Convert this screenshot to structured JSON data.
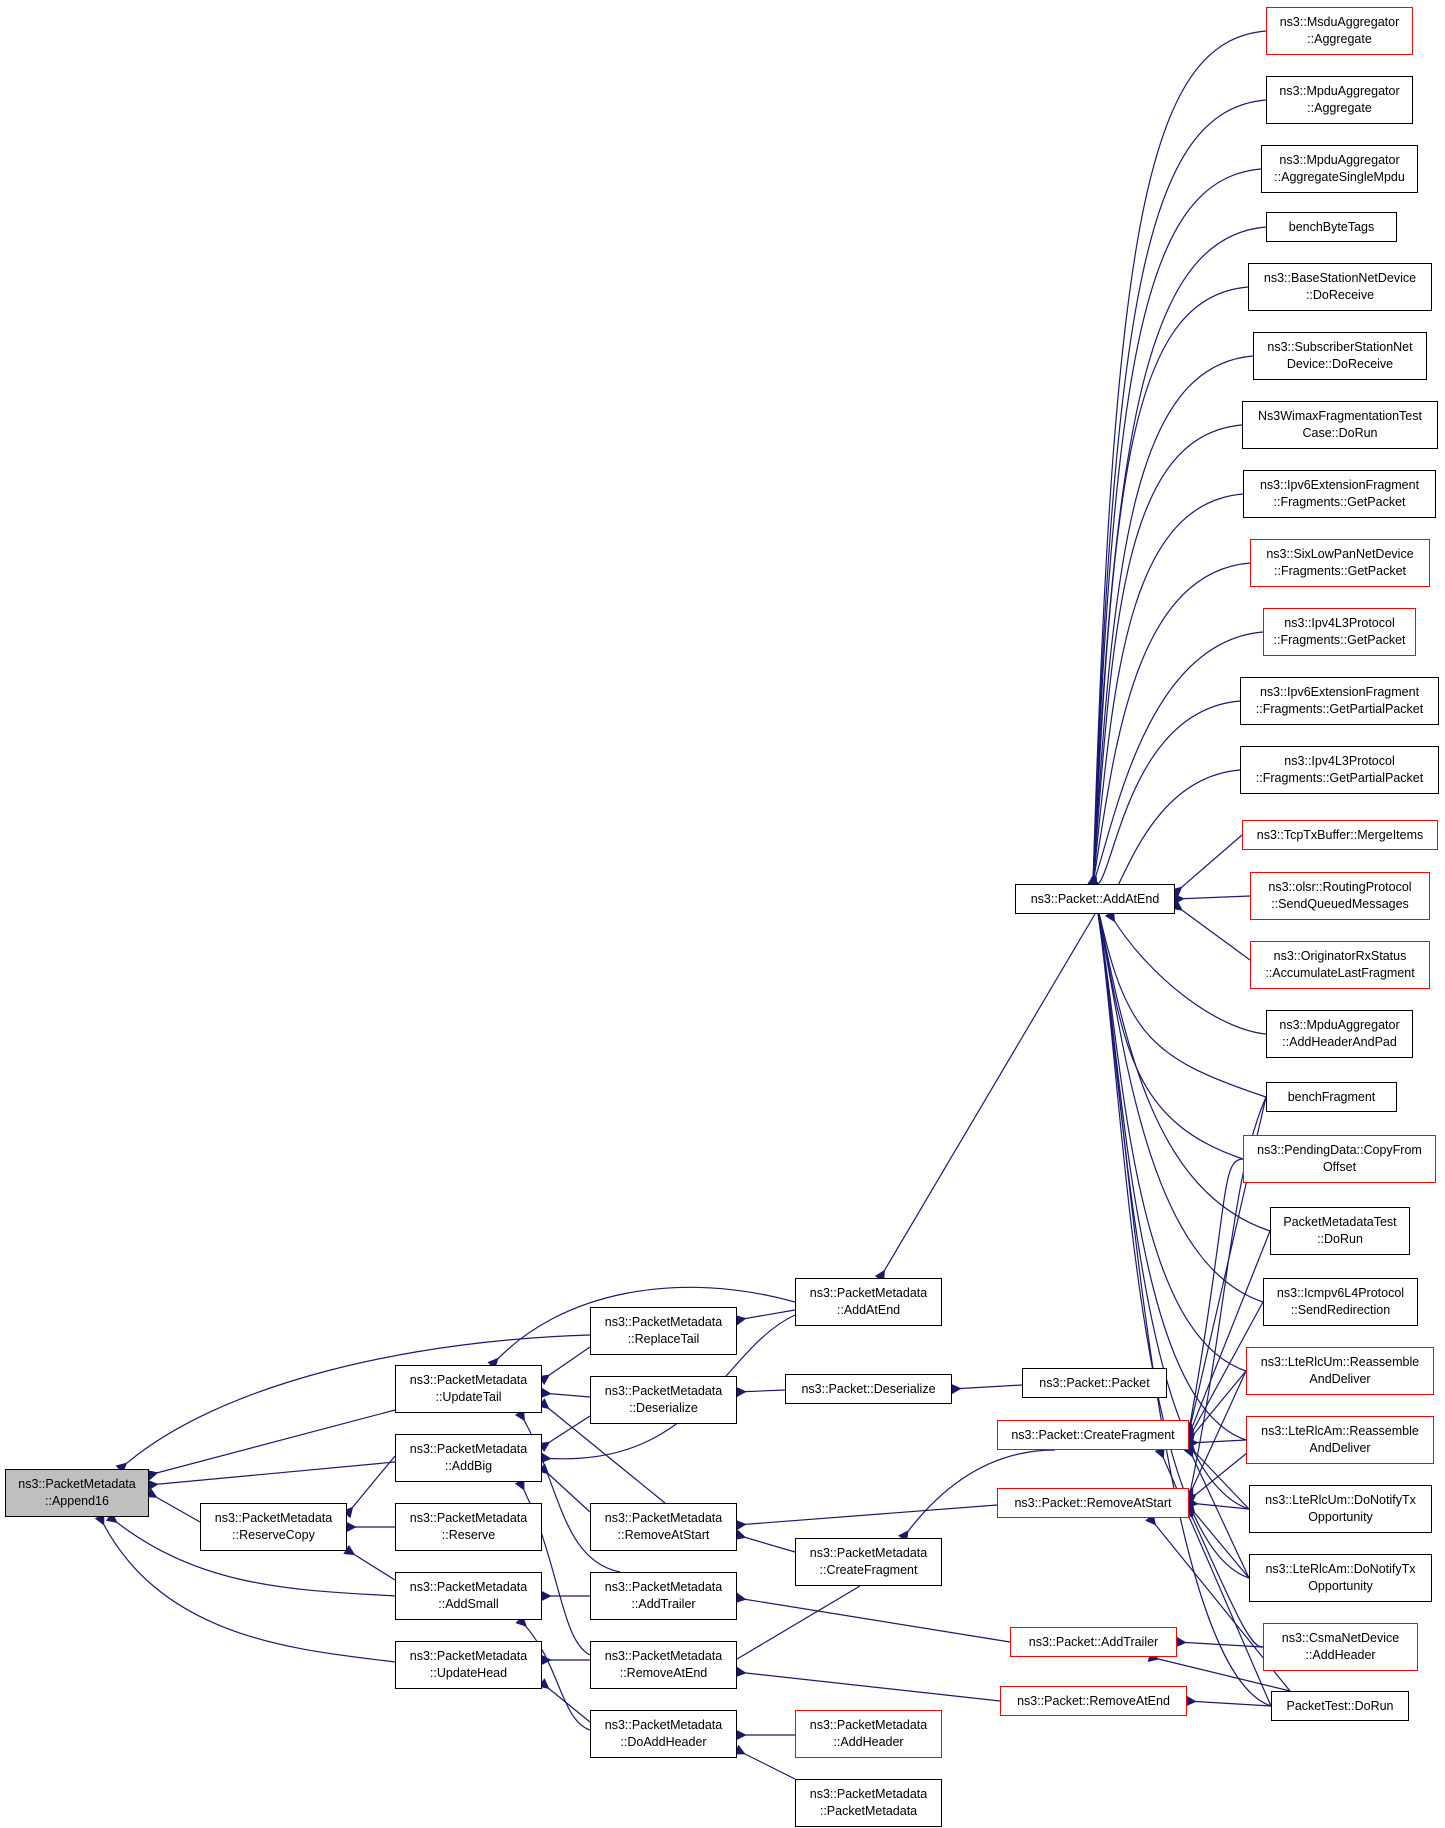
{
  "colors": {
    "edge": "#191970",
    "node_border": "#000000",
    "node_border_truncated": "#ff0000",
    "root_fill": "#bfbfbf",
    "background": "#ffffff"
  },
  "nodes": {
    "root": {
      "line1": "ns3::PacketMetadata",
      "line2": "::Append16"
    },
    "reserve_copy": {
      "line1": "ns3::PacketMetadata",
      "line2": "::ReserveCopy"
    },
    "update_tail": {
      "line1": "ns3::PacketMetadata",
      "line2": "::UpdateTail"
    },
    "add_big": {
      "line1": "ns3::PacketMetadata",
      "line2": "::AddBig"
    },
    "add_small": {
      "line1": "ns3::PacketMetadata",
      "line2": "::AddSmall"
    },
    "update_head": {
      "line1": "ns3::PacketMetadata",
      "line2": "::UpdateHead"
    },
    "reserve": {
      "line1": "ns3::PacketMetadata",
      "line2": "::Reserve"
    },
    "replace_tail": {
      "line1": "ns3::PacketMetadata",
      "line2": "::ReplaceTail"
    },
    "deserialize_meta": {
      "line1": "ns3::PacketMetadata",
      "line2": "::Deserialize"
    },
    "remove_at_start_meta": {
      "line1": "ns3::PacketMetadata",
      "line2": "::RemoveAtStart"
    },
    "add_trailer_meta": {
      "line1": "ns3::PacketMetadata",
      "line2": "::AddTrailer"
    },
    "remove_at_end_meta": {
      "line1": "ns3::PacketMetadata",
      "line2": "::RemoveAtEnd"
    },
    "do_add_header": {
      "line1": "ns3::PacketMetadata",
      "line2": "::DoAddHeader"
    },
    "add_at_end_meta": {
      "line1": "ns3::PacketMetadata",
      "line2": "::AddAtEnd"
    },
    "packet_deserialize": {
      "line1": "ns3::Packet::Deserialize"
    },
    "create_fragment_meta": {
      "line1": "ns3::PacketMetadata",
      "line2": "::CreateFragment"
    },
    "add_header_meta": {
      "line1": "ns3::PacketMetadata",
      "line2": "::AddHeader"
    },
    "packet_metadata_ctor": {
      "line1": "ns3::PacketMetadata",
      "line2": "::PacketMetadata"
    },
    "packet_packet": {
      "line1": "ns3::Packet::Packet"
    },
    "packet_add_at_end": {
      "line1": "ns3::Packet::AddAtEnd"
    },
    "packet_create_fragment": {
      "line1": "ns3::Packet::CreateFragment"
    },
    "packet_remove_at_start": {
      "line1": "ns3::Packet::RemoveAtStart"
    },
    "packet_add_trailer": {
      "line1": "ns3::Packet::AddTrailer"
    },
    "packet_remove_at_end": {
      "line1": "ns3::Packet::RemoveAtEnd"
    },
    "msdu_aggregate": {
      "line1": "ns3::MsduAggregator",
      "line2": "::Aggregate"
    },
    "mpdu_aggregate": {
      "line1": "ns3::MpduAggregator",
      "line2": "::Aggregate"
    },
    "mpdu_aggregate_single": {
      "line1": "ns3::MpduAggregator",
      "line2": "::AggregateSingleMpdu"
    },
    "bench_byte_tags": {
      "line1": "benchByteTags"
    },
    "base_station_receive": {
      "line1": "ns3::BaseStationNetDevice",
      "line2": "::DoReceive"
    },
    "subscriber_station_receive": {
      "line1": "ns3::SubscriberStationNet",
      "line2": "Device::DoReceive"
    },
    "wimax_frag_test": {
      "line1": "Ns3WimaxFragmentationTest",
      "line2": "Case::DoRun"
    },
    "ipv6_ext_frag_get": {
      "line1": "ns3::Ipv6ExtensionFragment",
      "line2": "::Fragments::GetPacket"
    },
    "sixlowpan_get": {
      "line1": "ns3::SixLowPanNetDevice",
      "line2": "::Fragments::GetPacket"
    },
    "ipv4l3_get": {
      "line1": "ns3::Ipv4L3Protocol",
      "line2": "::Fragments::GetPacket"
    },
    "ipv6_ext_frag_partial": {
      "line1": "ns3::Ipv6ExtensionFragment",
      "line2": "::Fragments::GetPartialPacket"
    },
    "ipv4l3_partial": {
      "line1": "ns3::Ipv4L3Protocol",
      "line2": "::Fragments::GetPartialPacket"
    },
    "tcp_tx_merge": {
      "line1": "ns3::TcpTxBuffer::MergeItems"
    },
    "olsr_send": {
      "line1": "ns3::olsr::RoutingProtocol",
      "line2": "::SendQueuedMessages"
    },
    "originator_accumulate": {
      "line1": "ns3::OriginatorRxStatus",
      "line2": "::AccumulateLastFragment"
    },
    "mpdu_add_header_pad": {
      "line1": "ns3::MpduAggregator",
      "line2": "::AddHeaderAndPad"
    },
    "bench_fragment": {
      "line1": "benchFragment"
    },
    "pending_copy": {
      "line1": "ns3::PendingData::CopyFrom",
      "line2": "Offset"
    },
    "packet_metadata_test": {
      "line1": "PacketMetadataTest",
      "line2": "::DoRun"
    },
    "icmpv6_redirect": {
      "line1": "ns3::Icmpv6L4Protocol",
      "line2": "::SendRedirection"
    },
    "lte_um_reassemble": {
      "line1": "ns3::LteRlcUm::Reassemble",
      "line2": "AndDeliver"
    },
    "lte_am_reassemble": {
      "line1": "ns3::LteRlcAm::Reassemble",
      "line2": "AndDeliver"
    },
    "lte_um_notify": {
      "line1": "ns3::LteRlcUm::DoNotifyTx",
      "line2": "Opportunity"
    },
    "lte_am_notify": {
      "line1": "ns3::LteRlcAm::DoNotifyTx",
      "line2": "Opportunity"
    },
    "csma_add_header": {
      "line1": "ns3::CsmaNetDevice",
      "line2": "::AddHeader"
    },
    "packet_test": {
      "line1": "PacketTest::DoRun"
    }
  }
}
